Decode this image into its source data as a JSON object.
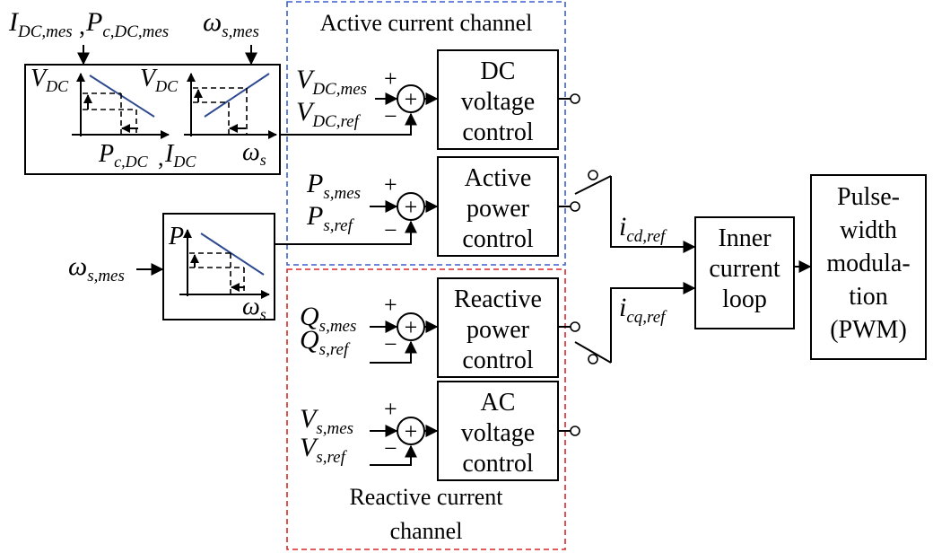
{
  "active_channel": {
    "title": "Active current channel",
    "border_color": "#3a5fcd"
  },
  "reactive_channel": {
    "title_line1": "Reactive current",
    "title_line2": "channel",
    "border_color": "#d62728"
  },
  "droop_top": {
    "in1": {
      "base": "I",
      "sub": "DC,mes"
    },
    "in2": {
      "base": "P",
      "sub": "c,DC,mes"
    },
    "in3": {
      "base": "ω",
      "sub": "s,mes"
    },
    "comma": ",",
    "plot1": {
      "ylabel": {
        "base": "V",
        "sub": "DC"
      },
      "xlabel": {
        "base": "P",
        "sub": "c,DC"
      }
    },
    "plot2": {
      "ylabel": {
        "base": "V",
        "sub": "DC"
      },
      "xlabel": {
        "base": "ω",
        "sub": "s"
      }
    },
    "comma2": ",",
    "plot1_xlabel2": {
      "base": "I",
      "sub": "DC"
    }
  },
  "droop_bottom": {
    "input": {
      "base": "ω",
      "sub": "s,mes"
    },
    "plot": {
      "ylabel": "P",
      "xlabel": {
        "base": "ω",
        "sub": "s"
      }
    }
  },
  "blocks": [
    {
      "id": "dc",
      "lines": [
        "DC",
        "voltage",
        "control"
      ],
      "mes": {
        "base": "V",
        "sub": "DC,mes"
      },
      "ref": {
        "base": "V",
        "sub": "DC,ref"
      }
    },
    {
      "id": "ap",
      "lines": [
        "Active",
        "power",
        "control"
      ],
      "mes": {
        "base": "P",
        "sub": "s,mes"
      },
      "ref": {
        "base": "P",
        "sub": "s,ref"
      }
    },
    {
      "id": "rp",
      "lines": [
        "Reactive",
        "power",
        "control"
      ],
      "mes": {
        "base": "Q",
        "sub": "s,mes"
      },
      "ref": {
        "base": "Q",
        "sub": "s,ref"
      }
    },
    {
      "id": "ac",
      "lines": [
        "AC",
        "voltage",
        "control"
      ],
      "mes": {
        "base": "V",
        "sub": "s,mes"
      },
      "ref": {
        "base": "V",
        "sub": "s,ref"
      }
    }
  ],
  "signs": {
    "plus": "+",
    "minus": "−"
  },
  "sum_symbol": "+",
  "ref_signals": {
    "d": {
      "base": "i",
      "sub": "cd,ref"
    },
    "q": {
      "base": "i",
      "sub": "cq,ref"
    }
  },
  "inner_loop": {
    "lines": [
      "Inner",
      "current",
      "loop"
    ]
  },
  "pwm": {
    "lines": [
      "Pulse-",
      "width",
      "modula-",
      "tion",
      "(PWM)"
    ]
  }
}
